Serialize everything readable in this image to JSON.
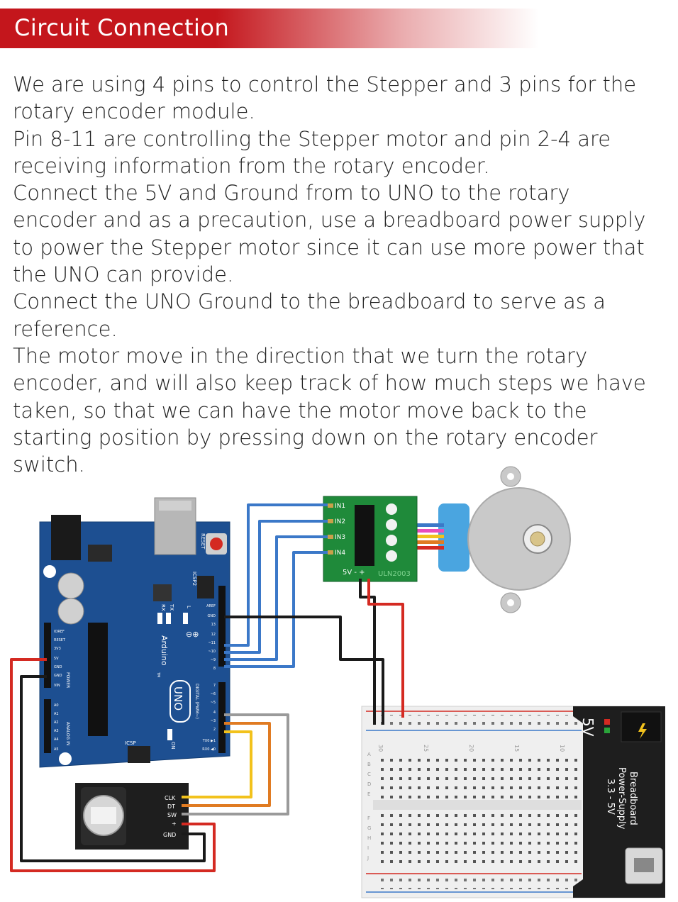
{
  "header": {
    "title": "Circuit Connection"
  },
  "paragraphs": [
    "We are using 4 pins to control the Stepper and 3 pins for the rotary encoder module.",
    "Pin 8-11 are controlling the Stepper motor and pin 2-4 are receiving information from the rotary encoder.",
    "Connect the 5V and Ground from to UNO to the rotary encoder and as a precaution, use a breadboard power supply to power the Stepper motor since it can use more power that the UNO can provide.",
    "Connect the UNO Ground to the breadboard to serve as a reference.",
    "The motor move in the direction that we turn the rotary encoder, and will also keep track of how much steps we have taken, so that we can have the motor move back to the starting position by pressing down on the rotary encoder switch."
  ],
  "colors": {
    "accent": "#c4161c",
    "arduino_board": "#1d4f91",
    "driver_board": "#1f8a3a",
    "wire_blue": "#3b78c8",
    "wire_red": "#d42a22",
    "wire_black": "#1a1a1a",
    "wire_yellow": "#f2c21c",
    "wire_orange": "#e07b22",
    "wire_gray": "#9a9a9a",
    "motor_body": "#c9c9c9"
  },
  "diagram": {
    "driver": {
      "pins": [
        "IN1",
        "IN2",
        "IN3",
        "IN4"
      ],
      "power_label": "5V -  +",
      "chip": "ULN2003"
    },
    "arduino": {
      "brand": "Arduino",
      "model": "UNO",
      "reset": "RESET",
      "icsp2": "ICSP2",
      "icsp": "ICSP",
      "tx": "TX",
      "rx": "RX",
      "l": "L",
      "on": "ON",
      "digital": "DIGITAL (PWM~)",
      "analog": "ANALOG IN",
      "power": "POWER",
      "tm": "TM",
      "right_pins": [
        "AREF",
        "GND",
        "13",
        "12",
        "~11",
        "~10",
        "~9",
        "8",
        "7",
        "~6",
        "~5",
        "4",
        "~3",
        "2",
        "TX0 ▶1",
        "RX0 ◀0"
      ],
      "left_pins": [
        "IOREF",
        "RESET",
        "3V3",
        "5V",
        "GND",
        "GND",
        "VIN",
        "A0",
        "A1",
        "A2",
        "A3",
        "A4",
        "A5"
      ]
    },
    "encoder": {
      "pins": [
        "CLK",
        "DT",
        "SW",
        "+",
        "GND"
      ]
    },
    "power_supply": {
      "label": "5V",
      "name_line1": "Breadboard",
      "name_line2": "Power-Supply",
      "name_line3": "3.3 - 5V"
    },
    "breadboard": {
      "col_numbers": [
        "30",
        "25",
        "20",
        "15",
        "10"
      ],
      "rows_top": [
        "A",
        "B",
        "C",
        "D",
        "E"
      ],
      "rows_bottom": [
        "F",
        "G",
        "H",
        "I",
        "J"
      ]
    }
  }
}
